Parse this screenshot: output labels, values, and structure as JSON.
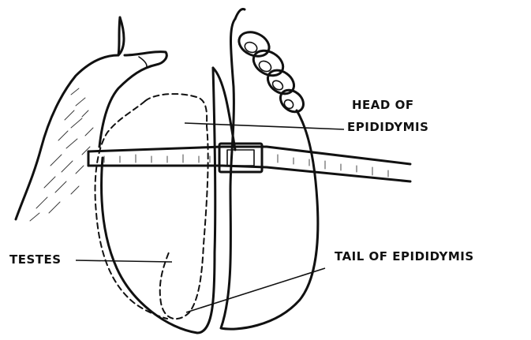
{
  "labels": {
    "head_line1": "HEAD OF",
    "head_line2": "EPIDIDYMIS",
    "testes": "TESTES",
    "tail": "TAIL OF EPIDIDYMIS"
  },
  "colors": {
    "ink": "#111111",
    "paper": "#ffffff"
  }
}
